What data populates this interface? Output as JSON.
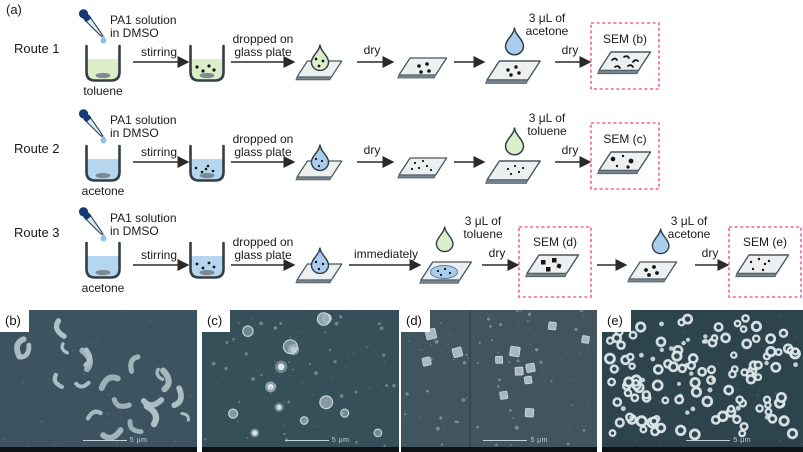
{
  "panel": {
    "label": "(a)"
  },
  "colors": {
    "toluene_green": "#ddeeca",
    "acetone_blue": "#b5d6ee",
    "drop_blue": "#a9cdec",
    "drop_small_blue": "#8ec2ea",
    "sem_box_pink": "#f4648c"
  },
  "labels": {
    "pa1_line1": "PA1 solution",
    "pa1_line2": "in DMSO",
    "stirring": "stirring",
    "dropped_line1": "dropped on",
    "dropped_line2": "glass plate",
    "dry": "dry",
    "immediately": "immediately",
    "amount": "3 μL of",
    "toluene": "toluene",
    "acetone": "acetone"
  },
  "routes": [
    {
      "name": "Route 1",
      "solvent": "toluene",
      "added_solvent": "acetone",
      "sem_label": "SEM (b)"
    },
    {
      "name": "Route 2",
      "solvent": "acetone",
      "added_solvent": "toluene",
      "sem_label": "SEM (c)"
    },
    {
      "name": "Route 3",
      "solvent": "acetone",
      "added_solvent_1": "toluene",
      "sem_label_1": "SEM (d)",
      "added_solvent_2": "acetone",
      "sem_label_2": "SEM (e)"
    }
  ],
  "sem_images": [
    {
      "label": "(b)",
      "scale_bar": "5 μm",
      "bg": "#3d5460",
      "type": "bean",
      "count": 20,
      "color": "#aec2c8",
      "seed": 7
    },
    {
      "label": "(c)",
      "scale_bar": "5 μm",
      "bg": "#36505a",
      "type": "blob",
      "count": 14,
      "color": "#a2b8c0",
      "seed": 11
    },
    {
      "label": "(d)",
      "scale_bar": "5 μm",
      "bg": "#41555e",
      "type": "cube",
      "count": 12,
      "color": "#b0c2c9",
      "seed": 5,
      "streak": true
    },
    {
      "label": "(e)",
      "scale_bar": "5 μm",
      "bg": "#2e444d",
      "type": "ring",
      "count": 135,
      "color": "#dce8eb",
      "seed": 3
    }
  ]
}
